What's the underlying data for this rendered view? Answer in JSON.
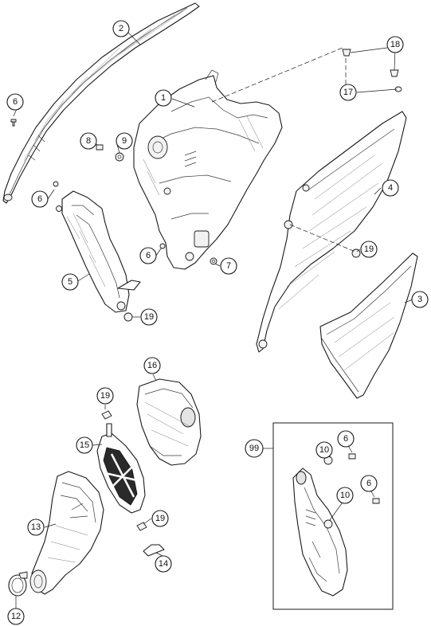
{
  "callouts": {
    "c1": "1",
    "c2": "2",
    "c3": "3",
    "c4": "4",
    "c5": "5",
    "c6a": "6",
    "c6b": "6",
    "c6c": "6",
    "c6d": "6",
    "c6e": "6",
    "c7": "7",
    "c8": "8",
    "c9": "9",
    "c10a": "10",
    "c10b": "10",
    "c12": "12",
    "c13": "13",
    "c14": "14",
    "c15": "15",
    "c16": "16",
    "c17": "17",
    "c18": "18",
    "c19a": "19",
    "c19b": "19",
    "c19c": "19",
    "c19d": "19",
    "c99": "99"
  }
}
